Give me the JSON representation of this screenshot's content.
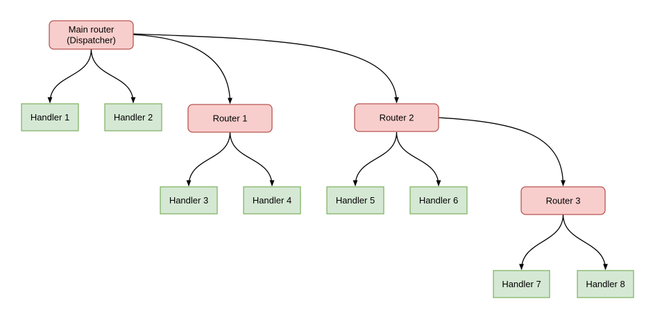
{
  "diagram": {
    "background_color": "#ffffff",
    "edge_color": "#000000",
    "styles": {
      "router": {
        "fill": "#f8cecc",
        "border": "#b85450",
        "shape": "rounded-rectangle"
      },
      "handler": {
        "fill": "#d5e8d4",
        "border": "#82b366",
        "shape": "rectangle"
      }
    },
    "nodes": {
      "main_router": {
        "label": "Main router (Dispatcher)",
        "line1": "Main router",
        "line2": "(Dispatcher)",
        "type": "router"
      },
      "handler1": {
        "label": "Handler 1",
        "type": "handler"
      },
      "handler2": {
        "label": "Handler 2",
        "type": "handler"
      },
      "router1": {
        "label": "Router 1",
        "type": "router"
      },
      "router2": {
        "label": "Router 2",
        "type": "router"
      },
      "handler3": {
        "label": "Handler 3",
        "type": "handler"
      },
      "handler4": {
        "label": "Handler 4",
        "type": "handler"
      },
      "handler5": {
        "label": "Handler 5",
        "type": "handler"
      },
      "handler6": {
        "label": "Handler 6",
        "type": "handler"
      },
      "router3": {
        "label": "Router 3",
        "type": "router"
      },
      "handler7": {
        "label": "Handler 7",
        "type": "handler"
      },
      "handler8": {
        "label": "Handler 8",
        "type": "handler"
      }
    },
    "edges": [
      {
        "from": "main_router",
        "to": "handler1"
      },
      {
        "from": "main_router",
        "to": "handler2"
      },
      {
        "from": "main_router",
        "to": "router1"
      },
      {
        "from": "main_router",
        "to": "router2"
      },
      {
        "from": "router1",
        "to": "handler3"
      },
      {
        "from": "router1",
        "to": "handler4"
      },
      {
        "from": "router2",
        "to": "handler5"
      },
      {
        "from": "router2",
        "to": "handler6"
      },
      {
        "from": "router2",
        "to": "router3"
      },
      {
        "from": "router3",
        "to": "handler7"
      },
      {
        "from": "router3",
        "to": "handler8"
      }
    ]
  }
}
